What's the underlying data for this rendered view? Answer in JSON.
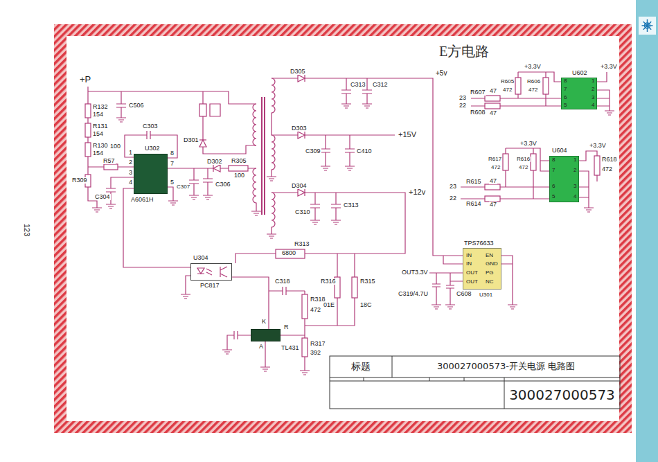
{
  "diagram": {
    "title": "E方电路",
    "nodes": [
      {
        "text": [
          "U302",
          "A6061H"
        ]
      },
      {
        "text": [
          "U602"
        ]
      },
      {
        "text": [
          "U604"
        ]
      },
      {
        "text": [
          "TPS76633",
          "IN",
          "IN",
          "OUT",
          "OUT",
          "EN",
          "GND",
          "PG",
          "NC",
          "U301"
        ]
      },
      {
        "text": [
          "K",
          "A",
          "R",
          "TL431"
        ]
      },
      {
        "text": [
          "U304",
          "PC817"
        ]
      },
      {
        "text": [
          "标题"
        ]
      },
      {
        "text": [
          "300027000573-开关电源 电路图"
        ]
      },
      {
        "text": [
          "300027000573"
        ]
      }
    ],
    "edges": [
      {
        "from": 0,
        "to": 5,
        "arrow": "none"
      },
      {
        "from": 5,
        "to": 4,
        "arrow": "none"
      }
    ],
    "labels": [
      "+P",
      "R132",
      "154",
      "R131",
      "154",
      "R130",
      "154",
      "C506",
      "R57",
      "100",
      "R309",
      "C304",
      "C303",
      "1",
      "2",
      "3",
      "4",
      "8",
      "7",
      "5",
      "D302",
      "R305",
      "100",
      "C307",
      "C306",
      "D301",
      "D305",
      "+5v",
      "C313",
      "C312",
      "D303",
      "+15V",
      "C309",
      "C410",
      "D304",
      "+12v",
      "C310",
      "C313",
      "R313",
      "6800",
      "C318",
      "R316",
      "01E",
      "R315",
      "18C",
      "R318",
      "472",
      "R317",
      "392",
      "+3.3V",
      "+3.3V",
      "R605",
      "R606",
      "472",
      "472",
      "8",
      "7",
      "6",
      "5",
      "1",
      "2",
      "3",
      "4",
      "R607",
      "23",
      "47",
      "R608",
      "22",
      "47",
      "+3.3V",
      "+3.3V",
      "R617",
      "R616",
      "472",
      "472",
      "R618",
      "472",
      "8",
      "7",
      "6",
      "5",
      "1",
      "2",
      "3",
      "4",
      "R615",
      "23",
      "47",
      "R614",
      "22",
      "47",
      "OUT3.3V",
      "C319/4.7U",
      "C608",
      "123"
    ]
  }
}
